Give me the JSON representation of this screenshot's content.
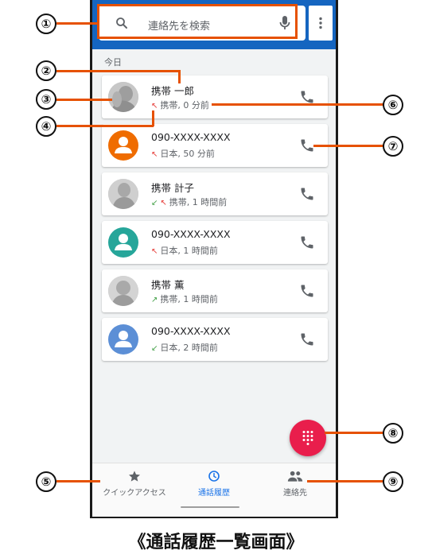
{
  "search": {
    "placeholder": "連絡先を検索"
  },
  "section": {
    "today": "今日"
  },
  "calls": [
    {
      "name": "携帯 一郎",
      "detail": "携帯, 0 分前",
      "arrows": "missed",
      "avatar": "photo"
    },
    {
      "name": "090-XXXX-XXXX",
      "detail": "日本, 50 分前",
      "arrows": "missed",
      "avatar": "orange"
    },
    {
      "name": "携帯 計子",
      "detail": "携帯, 1 時間前",
      "arrows": "incoming-missed",
      "avatar": "photo"
    },
    {
      "name": "090-XXXX-XXXX",
      "detail": "日本, 1 時間前",
      "arrows": "missed",
      "avatar": "teal"
    },
    {
      "name": "携帯 薫",
      "detail": "携帯, 1 時間前",
      "arrows": "outgoing",
      "avatar": "photo"
    },
    {
      "name": "090-XXXX-XXXX",
      "detail": "日本, 2 時間前",
      "arrows": "incoming",
      "avatar": "blue"
    }
  ],
  "nav": {
    "quick": "クイックアクセス",
    "history": "通話履歴",
    "contacts": "連絡先"
  },
  "callouts": [
    "①",
    "②",
    "③",
    "④",
    "⑤",
    "⑥",
    "⑦",
    "⑧",
    "⑨"
  ],
  "caption": "《通話履歴一覧画面》",
  "colors": {
    "accent_orange": "#e65100",
    "topbar_blue": "#1565c0",
    "fab_pink": "#e91e4c",
    "avatar_orange": "#ef6c00",
    "avatar_teal": "#26a69a",
    "avatar_blue": "#5c8fd6",
    "missed_red": "#e53935",
    "incoming_green": "#43a047"
  },
  "icons": {
    "search": "search-icon",
    "mic": "mic-icon",
    "more": "more-vert-icon",
    "call": "phone-icon",
    "dialpad": "dialpad-icon",
    "star": "star-icon",
    "clock": "clock-icon",
    "people": "people-icon"
  }
}
